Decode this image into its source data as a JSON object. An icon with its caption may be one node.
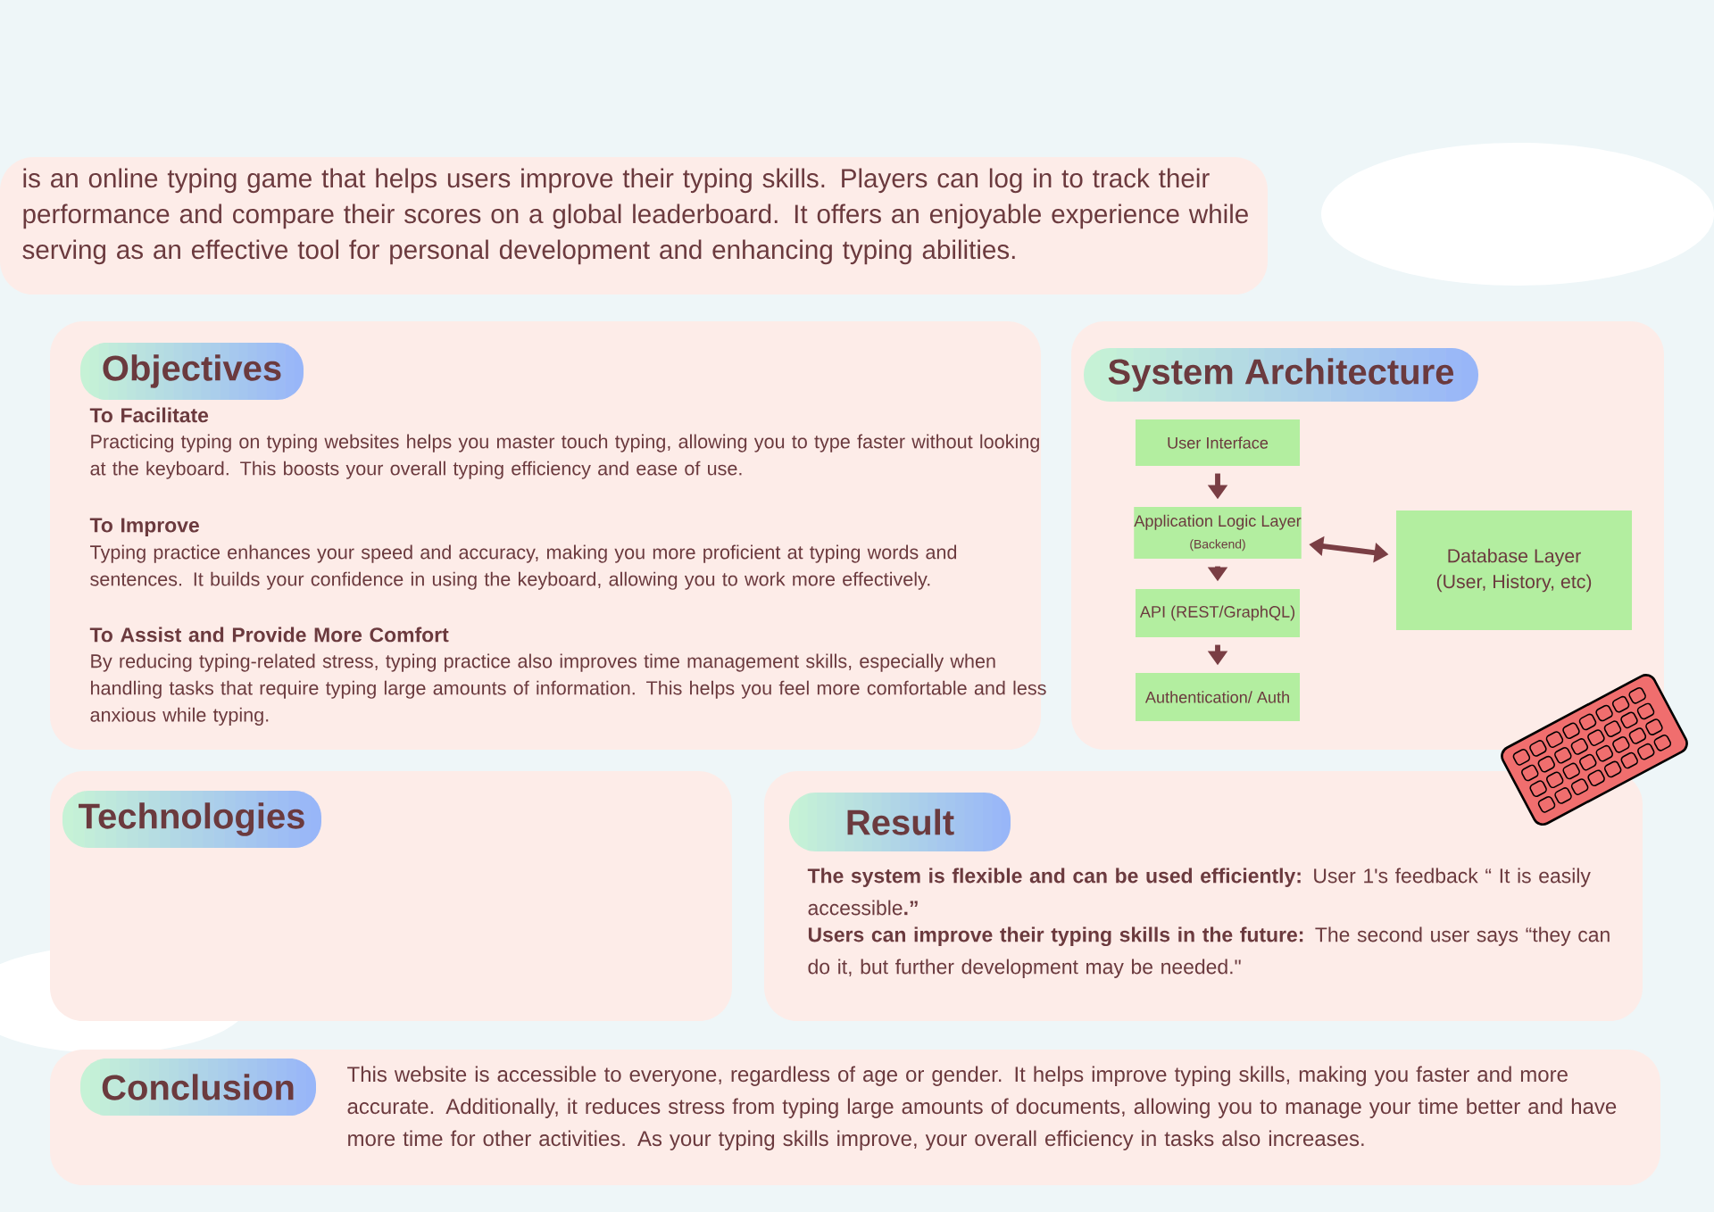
{
  "diagram": {
    "nodes": [
      {
        "text": [
          "is an online typing game that helps users improve their typing skills. Players can log in to track their performance and compare their scores on a global leaderboard. It offers an enjoyable experience while serving as an effective tool for personal development and enhancing typing abilities."
        ]
      },
      {
        "text": [
          "Objectives",
          "To Facilitate",
          "Practicing typing on typing websites helps you master touch typing, allowing you to type faster without looking at the keyboard. This boosts your overall typing efficiency and ease of use.",
          "To Improve",
          "Typing practice enhances your speed and accuracy, making you more proficient at typing words and sentences. It builds your confidence in using the keyboard, allowing you to work more effectively.",
          "To Assist and Provide More Comfort",
          "By reducing typing-related stress, typing practice also improves time management skills, especially when handling tasks that require typing large amounts of information. This helps you feel more comfortable and less anxious while typing."
        ]
      },
      {
        "text": [
          "System Architecture"
        ]
      },
      {
        "text": [
          "User Interface"
        ],
        "in": 2
      },
      {
        "text": [
          "Application Logic Layer",
          "(Backend)"
        ],
        "in": 2
      },
      {
        "text": [
          "API (REST/GraphQL)"
        ],
        "in": 2
      },
      {
        "text": [
          "Authentication/ Auth"
        ],
        "in": 2
      },
      {
        "text": [
          "Database Layer",
          "(User, History, etc)"
        ],
        "in": 2
      },
      {
        "text": [
          "Technologies"
        ]
      },
      {
        "text": [
          "Result",
          "**The system is flexible and can be used efficiently:** User 1's feedback “ It is easily accessible**.”**",
          "**Users can improve their typing skills in the future:** The second user says “they can do it, but further development may be needed.\""
        ]
      },
      {
        "text": [
          "Conclusion",
          "This website is accessible to everyone, regardless of age or gender. It helps improve typing skills, making you faster and more accurate. Additionally, it reduces stress from typing large amounts of documents, allowing you to manage your time better and have more time for other activities. As your typing skills improve, your overall efficiency in tasks also increases."
        ]
      }
    ],
    "edges": [
      {
        "from": 3,
        "to": 4,
        "arrow": "to"
      },
      {
        "from": 4,
        "to": 5,
        "arrow": "to"
      },
      {
        "from": 5,
        "to": 6,
        "arrow": "to"
      },
      {
        "from": 4,
        "to": 7,
        "arrow": "both"
      }
    ]
  }
}
